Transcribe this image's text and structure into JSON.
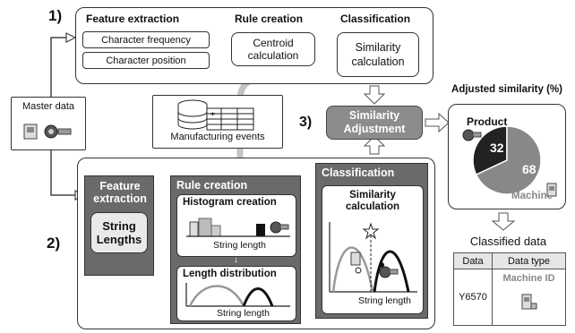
{
  "section1": {
    "number": "1)",
    "feature_extraction_title": "Feature extraction",
    "rule_creation_title": "Rule creation",
    "classification_title": "Classification",
    "feature_items": [
      "Character frequency",
      "Character position"
    ],
    "centroid_label": "Centroid calculation",
    "similarity_label": "Similarity calculation"
  },
  "master_data_label": "Master data",
  "manufacturing_events_label": "Manufacturing events",
  "section3": {
    "number": "3)",
    "adjustment_label": "Similarity Adjustment"
  },
  "adjusted": {
    "title": "Adjusted similarity (%)",
    "product_label": "Product",
    "machine_label": "Machine",
    "product_value": "32",
    "machine_value": "68"
  },
  "chart_data": {
    "type": "pie",
    "categories": [
      "Product",
      "Machine"
    ],
    "values": [
      32,
      68
    ],
    "title": "Adjusted similarity (%)",
    "colors": [
      "#222222",
      "#888888"
    ]
  },
  "section2": {
    "number": "2)",
    "feature_extraction_title": "Feature extraction",
    "string_lengths_label": "String Lengths",
    "rule_creation_title": "Rule creation",
    "histogram_title": "Histogram creation",
    "histogram_axis": "String length",
    "length_dist_title": "Length distribution",
    "length_dist_axis": "String length",
    "classification_title": "Classification",
    "similarity_title": "Similarity calculation",
    "similarity_axis": "String length"
  },
  "classified": {
    "title": "Classified data",
    "headers": [
      "Data",
      "Data type"
    ],
    "row": {
      "data": "Y6570",
      "data_type": "Machine ID"
    }
  },
  "colors": {
    "dark_box": "#6a6a6a",
    "mid_box": "#8c8c8c",
    "arrow": "#bfbfbf"
  }
}
